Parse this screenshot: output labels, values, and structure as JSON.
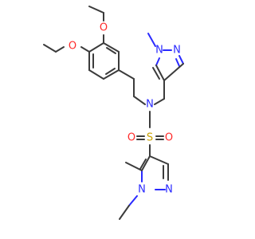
{
  "molecule": {
    "atoms": {
      "o1": "O",
      "o2": "O",
      "n_pyr1a": "N",
      "n_pyr1b": "N",
      "n_amide": "N",
      "s": "S",
      "o_s1": "O",
      "o_s2": "O",
      "n_pyr2a": "N",
      "n_pyr2b": "N"
    },
    "colors": {
      "carbon": "#3b3b3b",
      "nitrogen": "#2a2aff",
      "oxygen": "#ff2a2a",
      "sulfur": "#c8a000"
    }
  }
}
